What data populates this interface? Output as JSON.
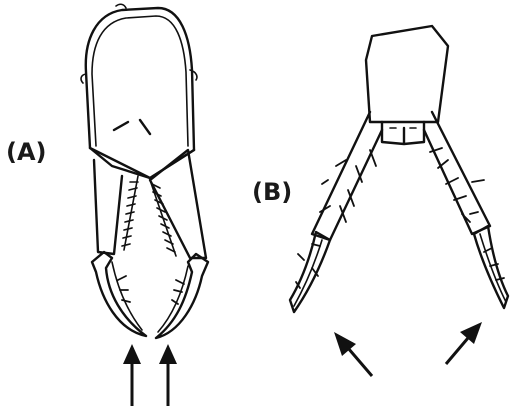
{
  "panels": [
    {
      "id": "A",
      "label": "(A)"
    },
    {
      "id": "B",
      "label": "(B)"
    }
  ],
  "colors": {
    "ink": "#111111",
    "background": "#ffffff"
  }
}
